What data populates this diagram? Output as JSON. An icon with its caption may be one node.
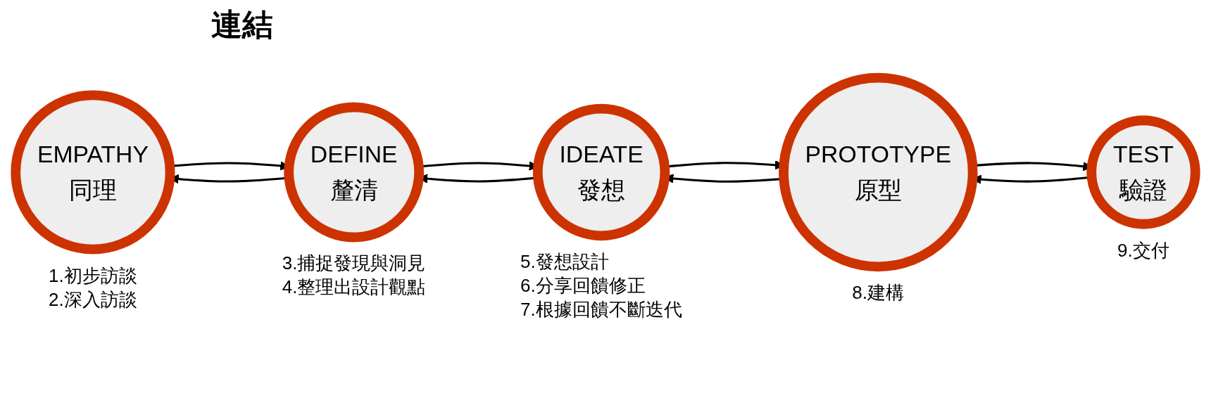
{
  "diagram": {
    "title": "連結",
    "nodes": [
      {
        "text": [
          "EMPATHY",
          "同理"
        ],
        "beside": [
          "1.初步訪談",
          "2.深入訪談"
        ]
      },
      {
        "text": [
          "DEFINE",
          "釐清"
        ],
        "beside": [
          "3.捕捉發現與洞見",
          "4.整理出設計觀點"
        ]
      },
      {
        "text": [
          "IDEATE",
          "發想"
        ],
        "beside": [
          "5.發想設計",
          "6.分享回饋修正",
          "7.根據回饋不斷迭代"
        ]
      },
      {
        "text": [
          "PROTOTYPE",
          "原型"
        ],
        "beside": [
          "8.建構"
        ]
      },
      {
        "text": [
          "TEST",
          "驗證"
        ],
        "beside": [
          "9.交付"
        ]
      }
    ],
    "edges": [
      {
        "from": 0,
        "to": 1,
        "arrow": "to"
      },
      {
        "from": 1,
        "to": 2,
        "arrow": "to"
      },
      {
        "from": 2,
        "to": 3,
        "arrow": "to"
      },
      {
        "from": 3,
        "to": 4,
        "arrow": "to"
      },
      {
        "from": 1,
        "to": 0,
        "arrow": "to"
      },
      {
        "from": 2,
        "to": 1,
        "arrow": "to"
      },
      {
        "from": 3,
        "to": 2,
        "arrow": "to"
      },
      {
        "from": 4,
        "to": 3,
        "arrow": "to"
      }
    ]
  }
}
